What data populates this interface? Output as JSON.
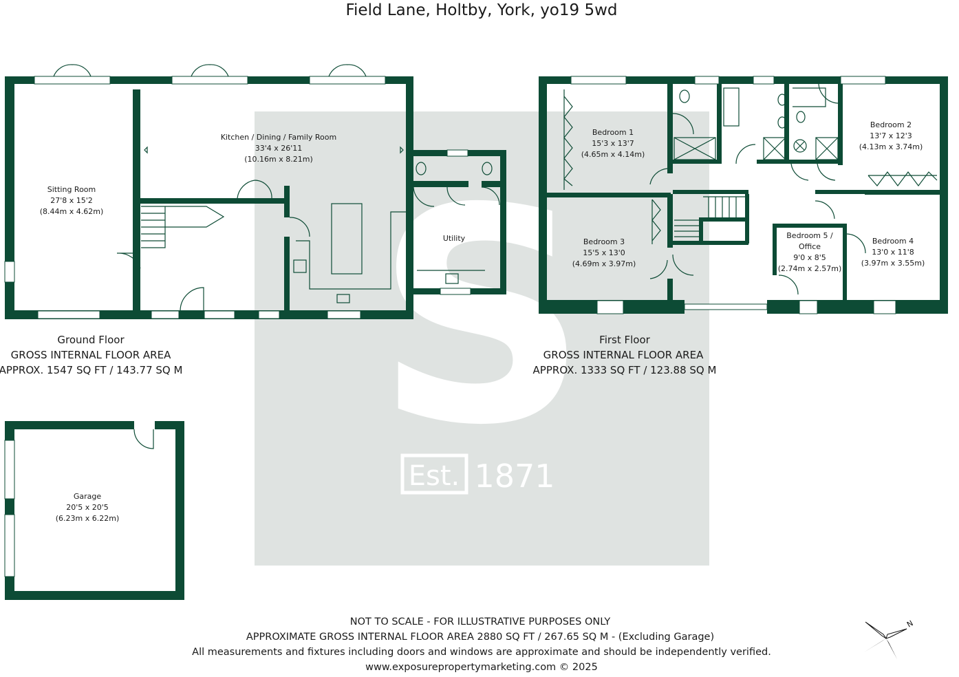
{
  "title": "Field Lane, Holtby, York, yo19 5wd",
  "colors": {
    "wall": "#0d4b35",
    "watermark": "#dfe3e1",
    "text": "#1a1a1a"
  },
  "watermark": {
    "letter": "S",
    "est": "Est.",
    "year": "1871"
  },
  "ground_floor": {
    "name": "Ground Floor",
    "area_heading": "GROSS INTERNAL FLOOR AREA",
    "area": "APPROX. 1547 SQ FT / 143.77 SQ M",
    "rooms": [
      {
        "name": "Sitting Room",
        "imperial": "27'8 x 15'2",
        "metric": "(8.44m x 4.62m)"
      },
      {
        "name": "Kitchen / Dining / Family Room",
        "imperial": "33'4 x 26'11",
        "metric": "(10.16m x 8.21m)"
      },
      {
        "name": "Utility"
      }
    ]
  },
  "first_floor": {
    "name": "First Floor",
    "area_heading": "GROSS INTERNAL FLOOR AREA",
    "area": "APPROX. 1333 SQ FT / 123.88 SQ M",
    "rooms": [
      {
        "name": "Bedroom 1",
        "imperial": "15'3 x 13'7",
        "metric": "(4.65m x 4.14m)"
      },
      {
        "name": "Bedroom 2",
        "imperial": "13'7 x 12'3",
        "metric": "(4.13m x 3.74m)"
      },
      {
        "name": "Bedroom 3",
        "imperial": "15'5 x 13'0",
        "metric": "(4.69m x 3.97m)"
      },
      {
        "name": "Bedroom 4",
        "imperial": "13'0 x 11'8",
        "metric": "(3.97m x 3.55m)"
      },
      {
        "name_line1": "Bedroom 5 /",
        "name_line2": "Office",
        "imperial": "9'0 x 8'5",
        "metric": "(2.74m x 2.57m)"
      }
    ]
  },
  "garage": {
    "name": "Garage",
    "imperial": "20'5 x 20'5",
    "metric": "(6.23m x 6.22m)"
  },
  "footer": {
    "line1": "NOT TO SCALE - FOR ILLUSTRATIVE PURPOSES ONLY",
    "line2": "APPROXIMATE GROSS INTERNAL FLOOR AREA 2880 SQ FT / 267.65 SQ M - (Excluding Garage)",
    "line3": "All measurements and fixtures including doors and windows are approximate and should be independently verified.",
    "line4": "www.exposurepropertymarketing.com © 2025"
  },
  "compass": {
    "icon": "compass-icon",
    "label": "N"
  }
}
